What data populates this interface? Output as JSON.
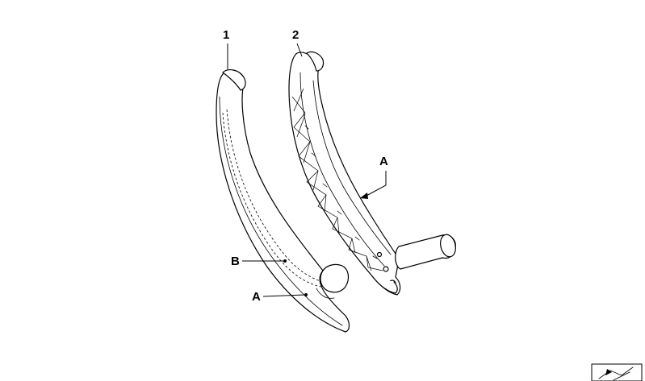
{
  "callouts": {
    "part1": "1",
    "part2": "2",
    "point_a_upper": "A",
    "point_b": "B",
    "point_a_lower": "A"
  },
  "colors": {
    "line": "#000000",
    "background": "#ffffff"
  },
  "icons": {
    "corner": "diagram-symbol-icon"
  }
}
